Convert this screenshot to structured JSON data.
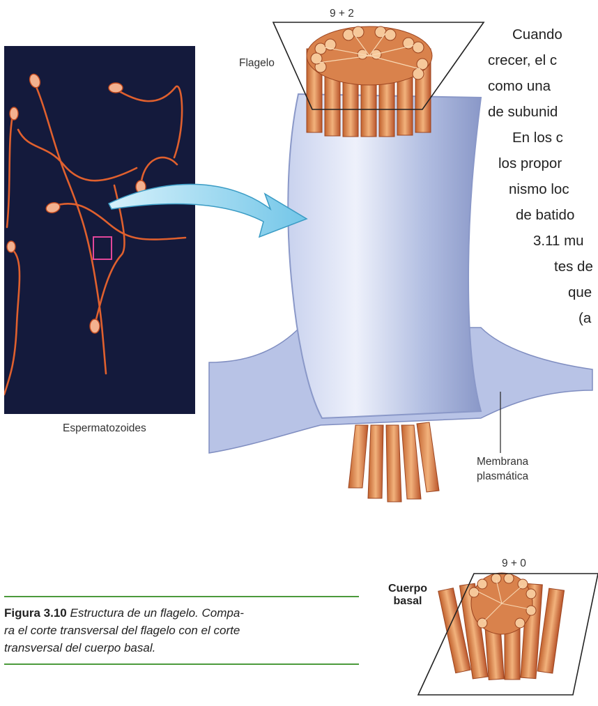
{
  "figure": {
    "photo_caption": "Espermatozoides",
    "label_9_2": "9 + 2",
    "label_flagelo": "Flagelo",
    "label_membrana_line1": "Membrana",
    "label_membrana_line2": "plasmática",
    "label_9_0": "9 + 0",
    "label_cuerpo_line1": "Cuerpo",
    "label_cuerpo_line2": "basal"
  },
  "caption": {
    "label": "Figura 3.10",
    "text": "Estructura de un flagelo. Compara el corte transversal del flagelo con el corte transversal del cuerpo basal.",
    "line1_label": "Figura 3.10",
    "line1_text": " Estructura de un flagelo. Compa-",
    "line2": "ra el corte transversal del flagelo con el corte",
    "line3": "transversal del cuerpo basal."
  },
  "body_text_lines": [
    "Cuando",
    "crecer, el c",
    "como una",
    "de subunid",
    "En los c",
    "los propor",
    "nismo loc",
    "de batido",
    "3.11 mu",
    "tes de",
    "que",
    "(a"
  ],
  "colors": {
    "photo_bg": "#141a3c",
    "sperm": "#e0602e",
    "pointer_arrow": "#8fd3ee",
    "membrane": "#aab7dc",
    "microtubule": "#e7955a",
    "rule_green": "#4b9a3b",
    "highlight_box": "#e2479a"
  }
}
